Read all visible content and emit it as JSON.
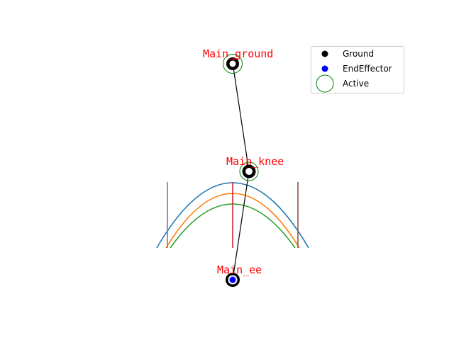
{
  "colors": {
    "link": "#000000",
    "label": "#ff0000",
    "ground": "#000000",
    "end_effector": "#0000ff",
    "active": "#008000",
    "curves": [
      "#1f77b4",
      "#ff7f0e",
      "#2ca02c"
    ],
    "verticals": [
      "#9467bd",
      "#d62728",
      "#8c564b"
    ]
  },
  "nodes": [
    {
      "id": "ground",
      "label": "Main_ground",
      "type": "ground",
      "active": true
    },
    {
      "id": "knee",
      "label": "Main_knee",
      "type": "joint",
      "active": true
    },
    {
      "id": "ee",
      "label": "Main_ee",
      "type": "end_effector",
      "active": false
    }
  ],
  "links": [
    {
      "from": "ground",
      "to": "knee"
    },
    {
      "from": "knee",
      "to": "ee"
    }
  ],
  "legend": {
    "items": [
      {
        "label": "Ground",
        "marker": "filled-circle",
        "color": "#000000"
      },
      {
        "label": "EndEffector",
        "marker": "filled-circle",
        "color": "#0000ff"
      },
      {
        "label": "Active",
        "marker": "hollow-circle",
        "color": "#008000"
      }
    ]
  }
}
